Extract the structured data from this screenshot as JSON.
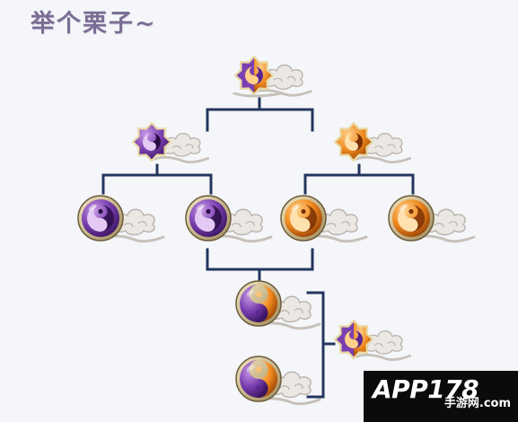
{
  "title": "举个栗子~",
  "watermark": {
    "brand": "APP178",
    "site": "手游网",
    "domain": ".com"
  },
  "colors": {
    "purple": "#7a3fb0",
    "purple_dark": "#4a1f78",
    "orange": "#f08a1e",
    "orange_dark": "#b2530a",
    "connector": "#23365f",
    "cloud": "#d8d4cf",
    "title": "#7a6e94"
  },
  "nodes": [
    {
      "id": "top",
      "kind": "star",
      "palette": "mixed"
    },
    {
      "id": "mid-left",
      "kind": "star",
      "palette": "purple"
    },
    {
      "id": "mid-right",
      "kind": "star",
      "palette": "orange"
    },
    {
      "id": "leaf-1",
      "kind": "orb",
      "palette": "purple"
    },
    {
      "id": "leaf-2",
      "kind": "orb",
      "palette": "purple"
    },
    {
      "id": "leaf-3",
      "kind": "orb",
      "palette": "orange"
    },
    {
      "id": "leaf-4",
      "kind": "orb",
      "palette": "orange"
    },
    {
      "id": "combo-1",
      "kind": "orb",
      "palette": "mixed"
    },
    {
      "id": "combo-2",
      "kind": "orb",
      "palette": "mixed"
    },
    {
      "id": "combo-result",
      "kind": "star",
      "palette": "mixed"
    }
  ]
}
